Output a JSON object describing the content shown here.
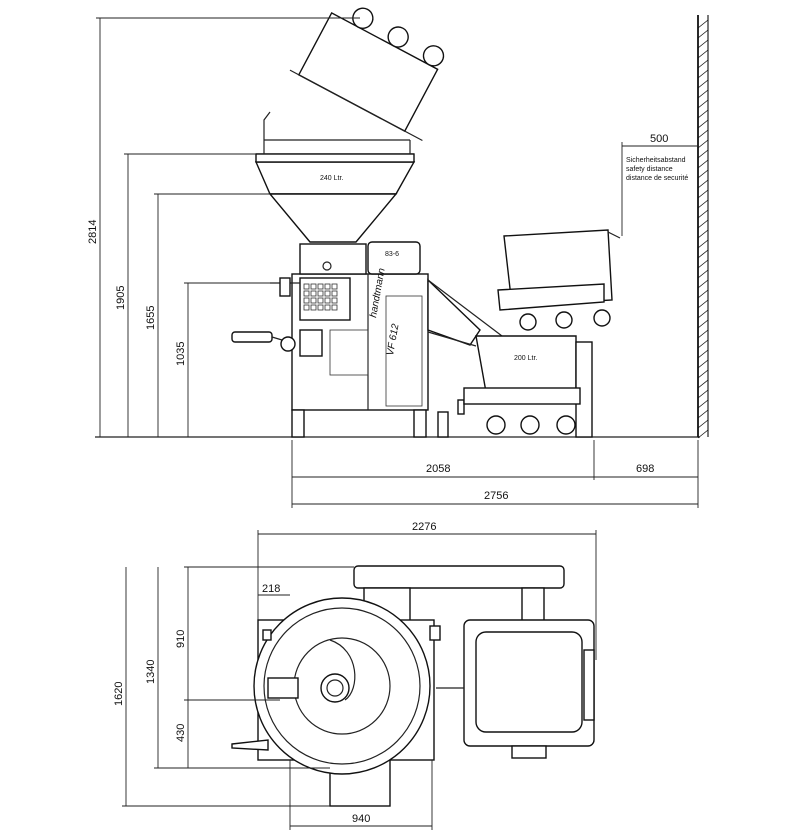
{
  "side_view": {
    "dimensions": {
      "overall_height": "2814",
      "height_hopper_rim": "1905",
      "height_hopper_mid": "1655",
      "height_outlet": "1035",
      "safety_distance": "500",
      "machine_length": "2058",
      "wall_gap": "698",
      "overall_length": "2756"
    },
    "labels": {
      "hopper_volume": "240 Ltr.",
      "trolley_volume": "200 Ltr.",
      "model_panel": "83-6",
      "brand": "handtmann",
      "model": "VF 612"
    },
    "safety_note": {
      "de": "Sicherheitsabstand",
      "en": "safety distance",
      "fr": "distance de securité"
    }
  },
  "top_view": {
    "dimensions": {
      "overall_width": "2276",
      "offset": "218",
      "depth_upper": "910",
      "depth_lower": "430",
      "depth_mid": "1340",
      "overall_depth": "1620",
      "base_width": "940"
    }
  }
}
